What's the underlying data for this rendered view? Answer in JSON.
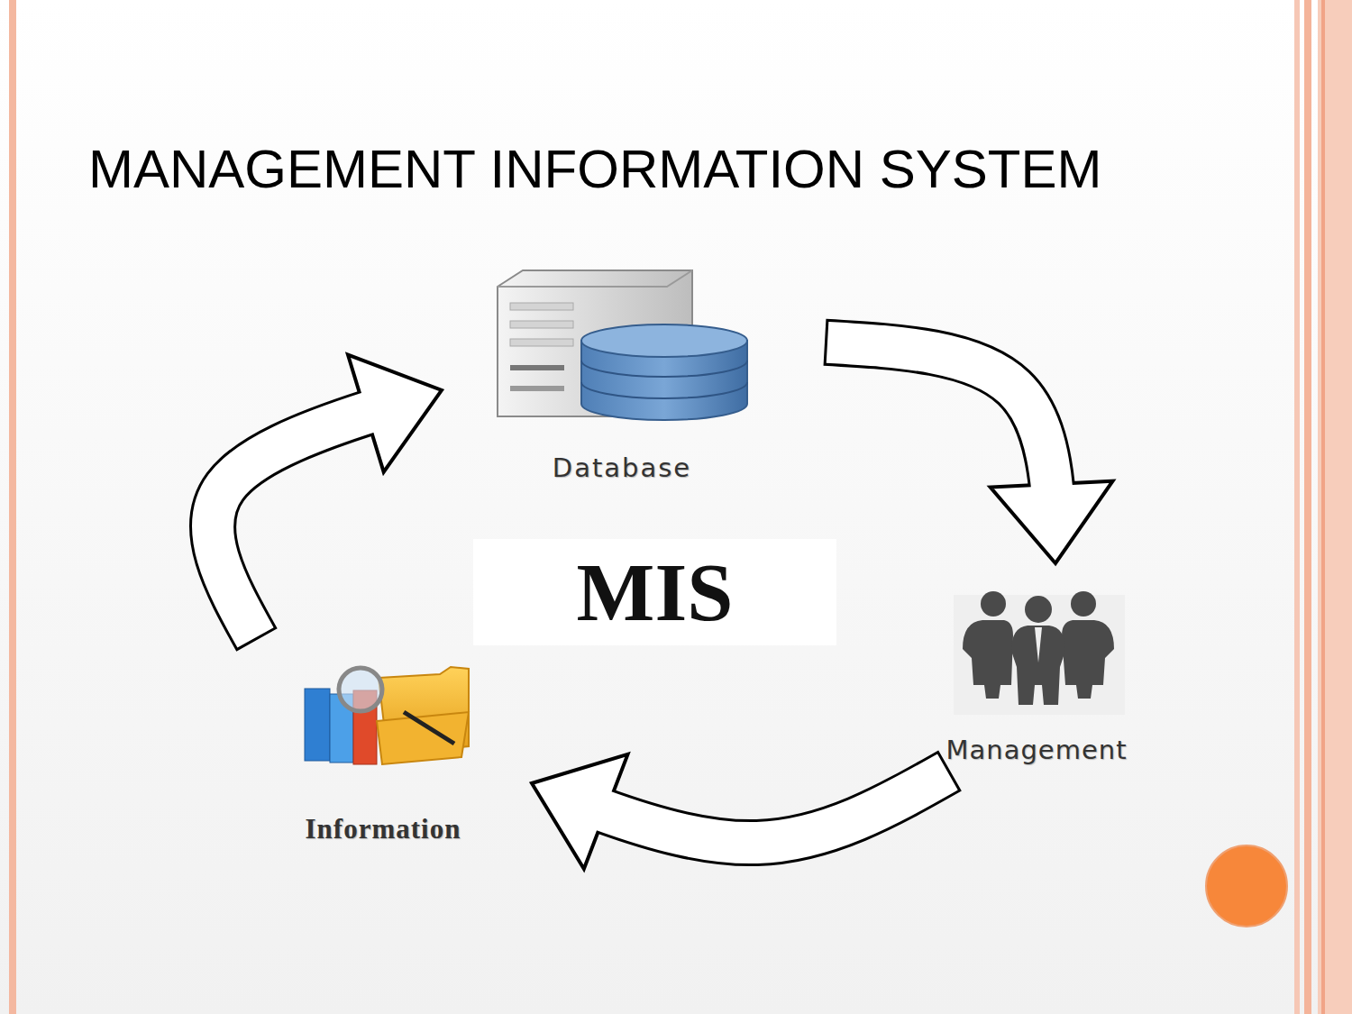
{
  "diagram": {
    "title": "MANAGEMENT INFORMATION SYSTEM",
    "nodes": [
      {
        "text": [
          "Database"
        ]
      },
      {
        "text": [
          "MIS"
        ]
      },
      {
        "text": [
          "Management"
        ]
      },
      {
        "text": [
          "Information"
        ]
      }
    ],
    "edges": [
      {
        "from": 0,
        "to": 2,
        "arrow": "to"
      },
      {
        "from": 2,
        "to": 3,
        "arrow": "to"
      },
      {
        "from": 3,
        "to": 0,
        "arrow": "to"
      }
    ]
  }
}
